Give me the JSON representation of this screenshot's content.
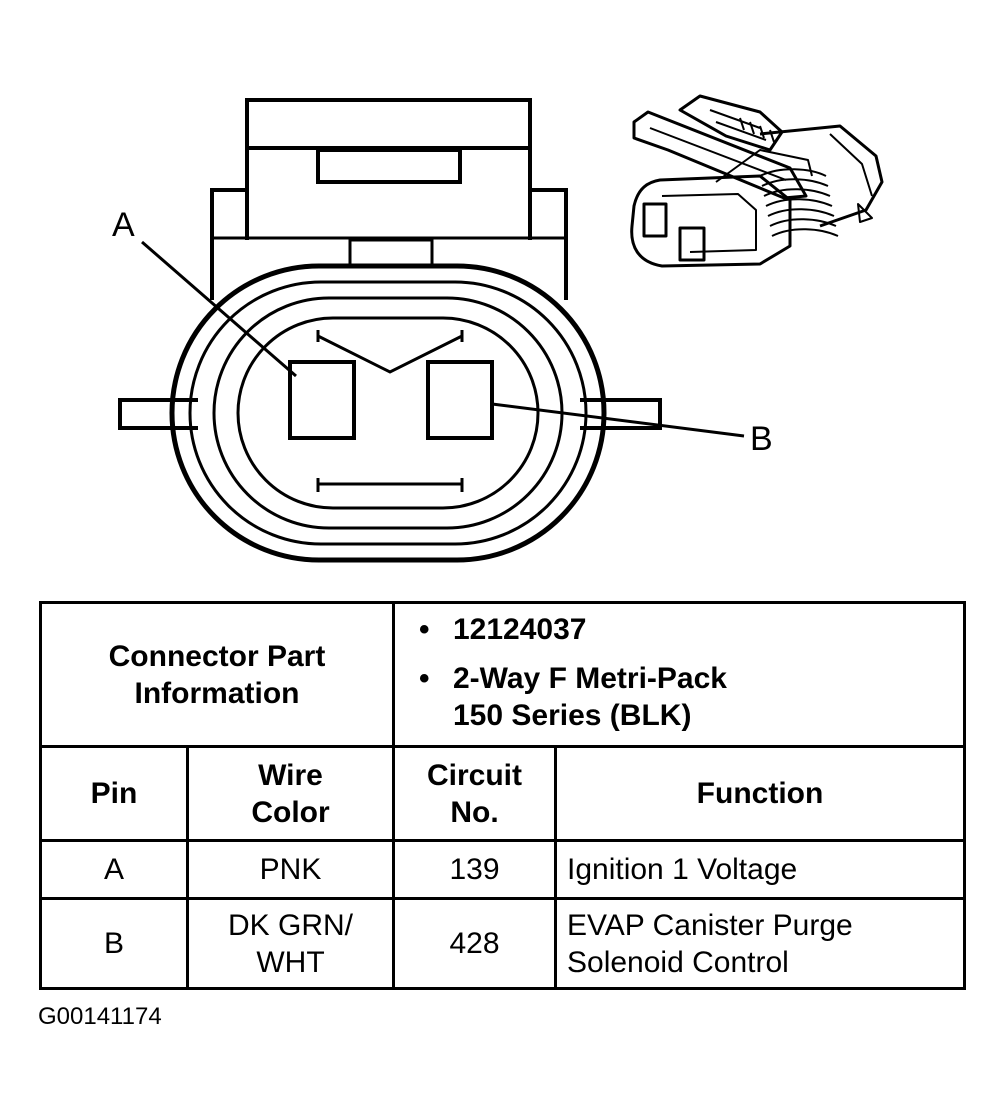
{
  "diagram": {
    "pin_a_label": "A",
    "pin_b_label": "B"
  },
  "table": {
    "part_info_label": "Connector Part Information",
    "part_info_values": [
      "12124037",
      "2-Way F Metri-Pack 150 Series (BLK)"
    ],
    "headers": {
      "pin": "Pin",
      "wire_color": "Wire Color",
      "circuit_no": "Circuit No.",
      "function": "Function"
    },
    "rows": [
      {
        "pin": "A",
        "wire_color": "PNK",
        "circuit_no": "139",
        "function": "Ignition 1 Voltage"
      },
      {
        "pin": "B",
        "wire_color": "DK GRN/ WHT",
        "circuit_no": "428",
        "function": "EVAP Canister Purge Solenoid Control"
      }
    ]
  },
  "figure_id": "G00141174"
}
